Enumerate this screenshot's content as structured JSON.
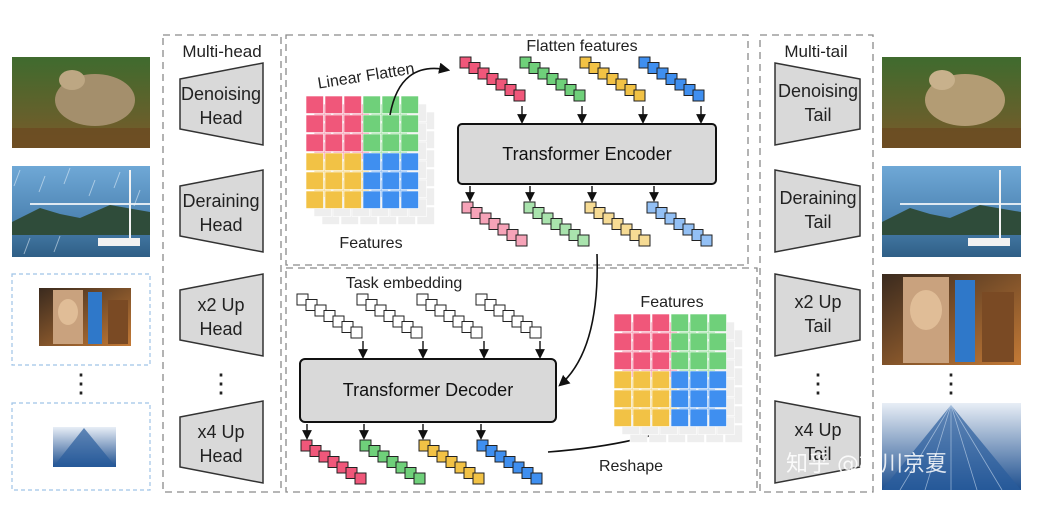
{
  "sections": {
    "multi_head": "Multi-head",
    "multi_tail": "Multi-tail"
  },
  "heads": [
    {
      "line1": "Denoising",
      "line2": "Head"
    },
    {
      "line1": "Deraining",
      "line2": "Head"
    },
    {
      "line1": "x2 Up",
      "line2": "Head"
    },
    {
      "line1": "x4 Up",
      "line2": "Head"
    }
  ],
  "tails": [
    {
      "line1": "Denoising",
      "line2": "Tail"
    },
    {
      "line1": "Deraining",
      "line2": "Tail"
    },
    {
      "line1": "x2 Up",
      "line2": "Tail"
    },
    {
      "line1": "x4 Up",
      "line2": "Tail"
    }
  ],
  "labels": {
    "linear_flatten": "Linear Flatten",
    "flatten_features": "Flatten features",
    "features_top": "Features",
    "features_bottom": "Features",
    "task_embedding": "Task embedding",
    "reshape": "Reshape",
    "ellipsis": "⋮"
  },
  "modules": {
    "encoder": "Transformer Encoder",
    "decoder": "Transformer Decoder"
  },
  "watermark": "知乎 @桃川京夏",
  "colors": {
    "red": "#f0577a",
    "green": "#6fd07a",
    "yellow": "#f2c245",
    "blue": "#3f8ff0",
    "module_fill": "#d9d9d9",
    "dashed": "#8a8a8a"
  }
}
